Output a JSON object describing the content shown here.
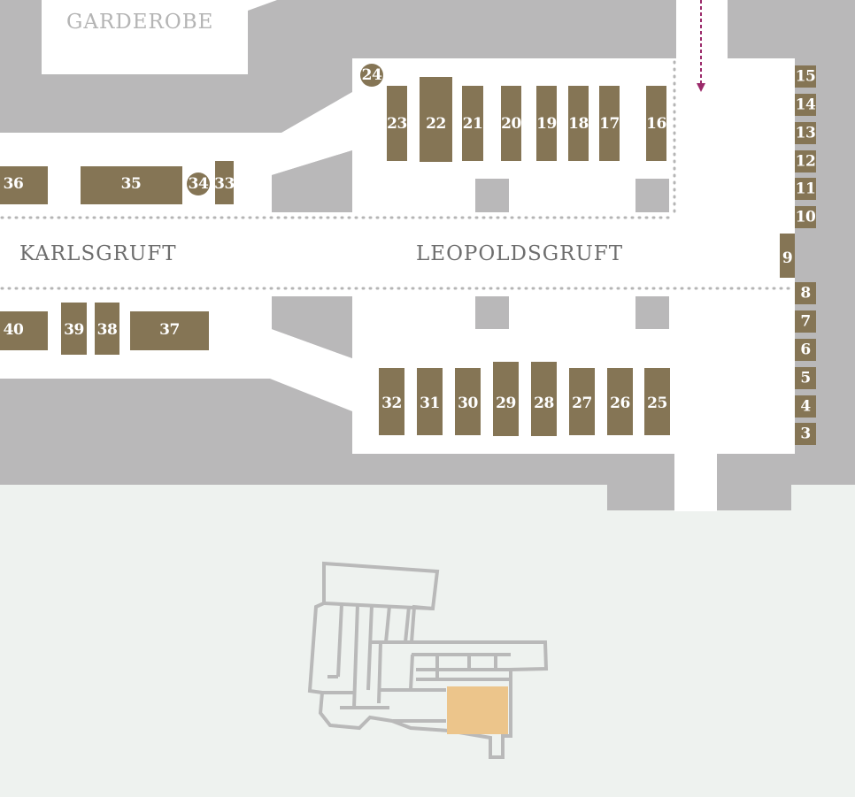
{
  "map": {
    "rooms": {
      "garderobe": "GARDEROBE",
      "karlsgruft": "KARLSGRUFT",
      "leopoldsgruft": "LEOPOLDSGRUFT"
    },
    "tombs": [
      "3",
      "4",
      "5",
      "6",
      "7",
      "8",
      "9",
      "10",
      "11",
      "12",
      "13",
      "14",
      "15",
      "16",
      "17",
      "18",
      "19",
      "20",
      "21",
      "22",
      "23",
      "24",
      "25",
      "26",
      "27",
      "28",
      "29",
      "30",
      "31",
      "32",
      "33",
      "34",
      "35",
      "36",
      "37",
      "38",
      "39",
      "40"
    ],
    "colors": {
      "wall": "#b9b8b9",
      "floor": "#ffffff",
      "tomb": "#857555",
      "overview_bg": "#eef2ef",
      "overview_outline": "#b9b9b9",
      "current_area": "#ecc58b",
      "route_arrow": "#9b2a6a"
    },
    "route_direction": "down"
  }
}
